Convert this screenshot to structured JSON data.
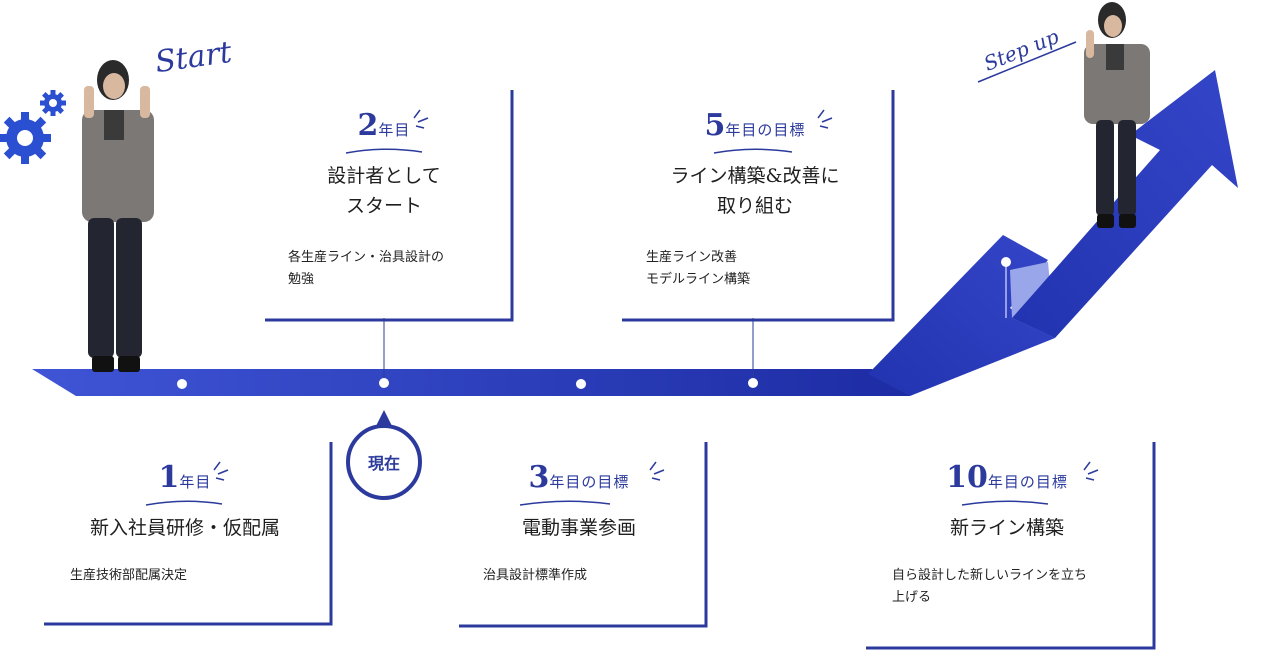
{
  "colors": {
    "primary": "#2b3a9c",
    "road_start": "#3a4fd0",
    "road_end": "#1f2fa8",
    "accent_light": "#9aa6ea"
  },
  "decor": {
    "start_label": "Start",
    "stepup_label": "Step up",
    "current_badge": "現在",
    "icons": [
      "gear-icon",
      "gear-icon"
    ]
  },
  "milestones": {
    "year1": {
      "num": "1",
      "suffix": "年目",
      "title": "新入社員研修・仮配属",
      "desc": "生産技術部配属決定"
    },
    "year2": {
      "num": "2",
      "suffix": "年目",
      "title_line1": "設計者として",
      "title_line2": "スタート",
      "desc": "各生産ライン・治具設計の\n勉強"
    },
    "year3": {
      "num": "3",
      "suffix": "年目の目標",
      "title": "電動事業参画",
      "desc": "治具設計標準作成"
    },
    "year5": {
      "num": "5",
      "suffix": "年目の目標",
      "title_line1": "ライン構築&改善に",
      "title_line2": "取り組む",
      "desc": "生産ライン改善\nモデルライン構築"
    },
    "year10": {
      "num": "10",
      "suffix": "年目の目標",
      "title": "新ライン構築",
      "desc": "自ら設計した新しいラインを立ち\n上げる"
    }
  }
}
